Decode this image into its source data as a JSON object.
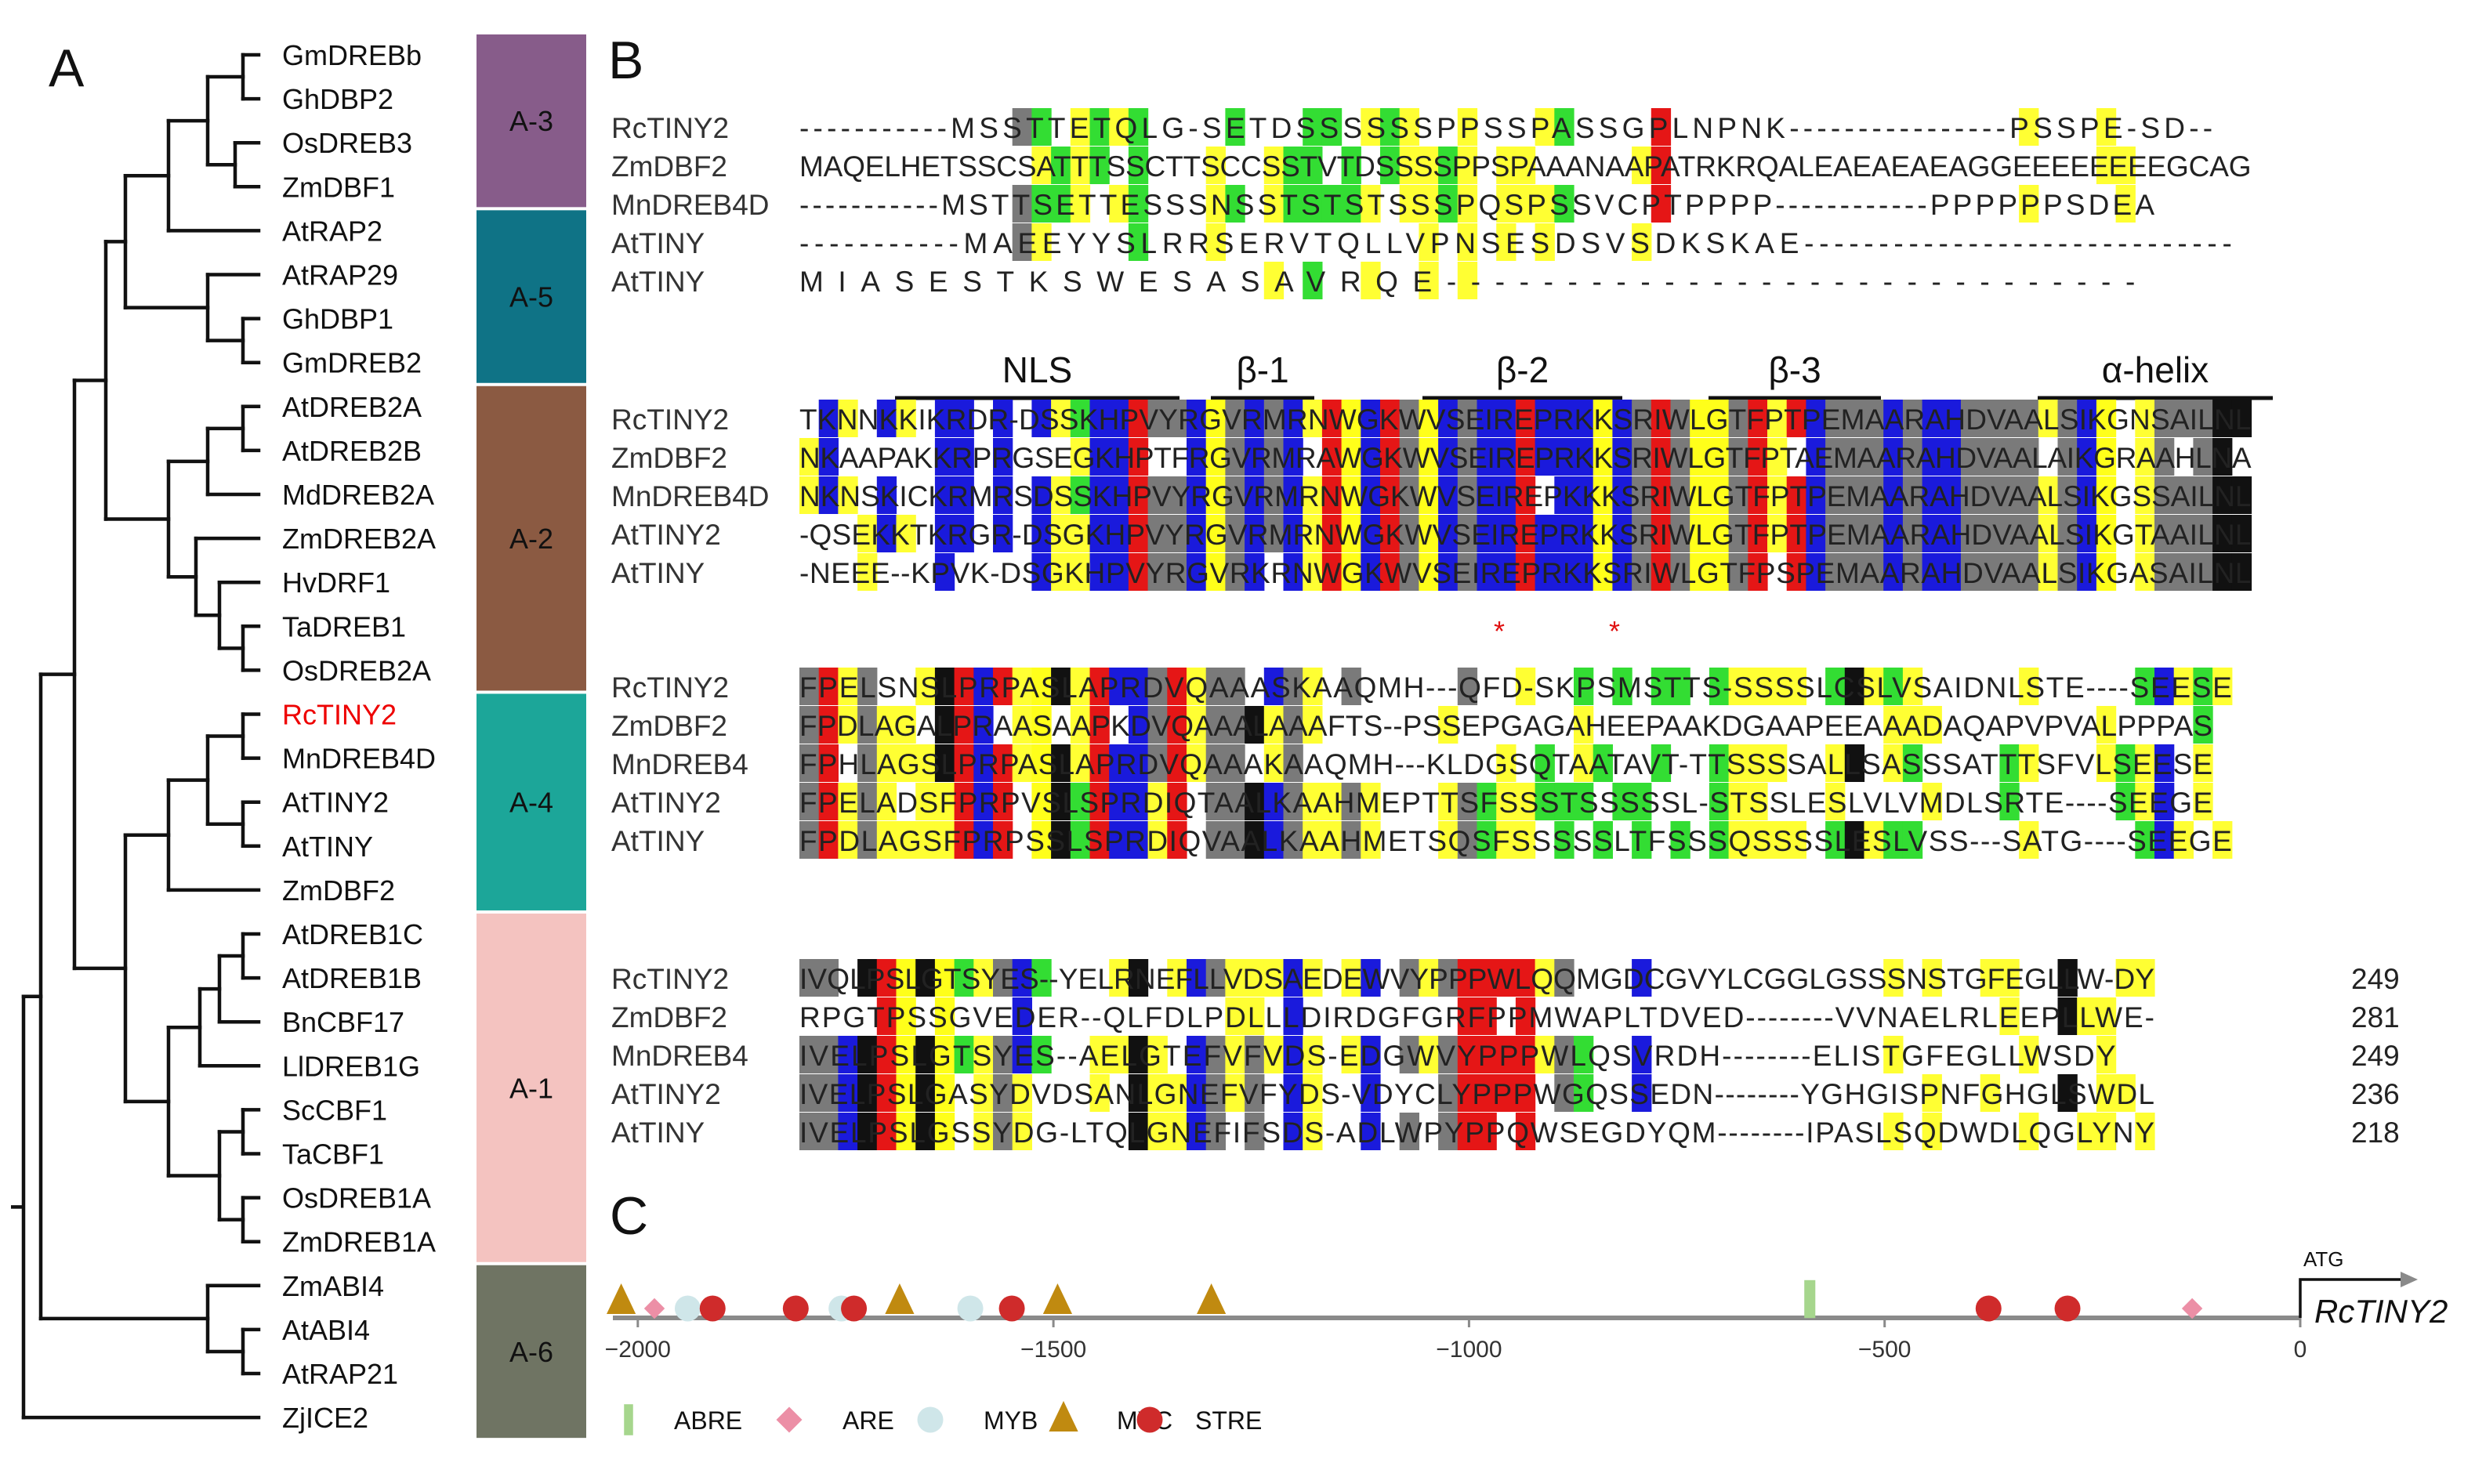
{
  "panels": {
    "a": "A",
    "b": "B",
    "c": "C"
  },
  "tree": {
    "taxa": [
      "GmDREBb",
      "GhDBP2",
      "OsDREB3",
      "ZmDBF1",
      "AtRAP2",
      "AtRAP29",
      "GhDBP1",
      "GmDREB2",
      "AtDREB2A",
      "AtDREB2B",
      "MdDREB2A",
      "ZmDREB2A",
      "HvDRF1",
      "TaDREB1",
      "OsDREB2A",
      "RcTINY2",
      "MnDREB4D",
      "AtTINY2",
      "AtTINY",
      "ZmDBF2",
      "AtDREB1C",
      "AtDREB1B",
      "BnCBF17",
      "LlDREB1G",
      "ScCBF1",
      "TaCBF1",
      "OsDREB1A",
      "ZmDREB1A",
      "ZmABI4",
      "AtABI4",
      "AtRAP21",
      "ZjICE2"
    ],
    "highlight_taxon": "RcTINY2",
    "highlight_color": "#ee0000",
    "groups": [
      {
        "label": "A-3",
        "color": "#875c8a"
      },
      {
        "label": "A-5",
        "color": "#0f7386"
      },
      {
        "label": "A-2",
        "color": "#8b5a42"
      },
      {
        "label": "A-4",
        "color": "#1ca699"
      },
      {
        "label": "A-1",
        "color": "#f4c3c0"
      },
      {
        "label": "A-6",
        "color": "#6f7463"
      }
    ]
  },
  "alignment": {
    "block1": {
      "names": [
        "RcTINY2",
        "ZmDBF2",
        "MnDREB4D",
        "AtTINY",
        "AtTINY"
      ],
      "seqs": [
        "-----------MSSTTETQLG-SETDSSSSSSPPSSPASSGPLNPNK----------------PSSPE-SD--",
        "MAQELHETSSCSATTTSSCTTSCCSSTVTDSSSSPPSPAAANAAPATRKRQALEAEAEAEAGGEEEEEEEEGCAG",
        "-----------MSTTSETTESSSNSSTSTSTSSSPQSPSSVCPTPPPP------------PPPPPPSDEA",
        "-----------MAEEYYSLRRSERVTQLLVPNSESDSVSDKSKAE-----------------------------",
        "                     MIASESTKSWESASAVRQE-----------------------------"
      ]
    },
    "block2": {
      "names": [
        "RcTINY2",
        "ZmDBF2",
        "MnDREB4D",
        "AtTINY2",
        "AtTINY"
      ],
      "seqs": [
        "TKNNKKIKRDR-DSSKHPVYRGVRMRNWGKWVSEIREPRKKSRIWLGTFPTPEMAARAHDVAALSIKGNSAILNL",
        "NKAAPAKKRPRGSEGKHPTFRGVRMRAWGKWVSEIREPRKKSRIWLGTFPTAEMAARAHDVAALAIKGRAAHLNA",
        "NKNSKICKRMRSDSSKHPVYRGVRMRNWGKWVSEIREPKKKSRIWLGTFPTPEMAARAHDVAALSIKGSSAILNL",
        "-QSEKKTKRGR-DSGKHPVYRGVRMRNWGKWVSEIREPRKKSRIWLGTFPTPEMAARAHDVAALSIKGTAAILNL",
        "-NEEE--KPVK-DSGKHPVYRGVRKRNWGKWVSEIREPRKKSRIWLGTFPSPEMAARAHDVAALSIKGASAILNL"
      ],
      "features": [
        "NLS",
        "β-1",
        "β-2",
        "β-3",
        "α-helix"
      ],
      "marks": [
        "*",
        "*"
      ]
    },
    "block3": {
      "names": [
        "RcTINY2",
        "ZmDBF2",
        "MnDREB4",
        "AtTINY2",
        "AtTINY"
      ],
      "seqs": [
        "FPELSNSLPRPASLAPRDVQAAASKAAQMH---QFD-SKPSMSTTS-SSSSLCSLVSAIDNLSTE----SEESE",
        "FPDLAGALPRAASAAPKDVQAAALAAAFTS--PSSEPGAGAHEEPAAKDGAAPEEAAADAQAPVPVALPPPAS",
        "FPHLAGSLPRPASLAPRDVQAAAKAAQMH---KLDGSQTAATAVT-TTSSSSALLSASSSATTTSFVLSEESE",
        "FPELADSFPRPVSLSPRDIQTAALKAAHMEPTTSFSSSTSSSSSL-STSSLESLVLVMDLSRTE----SEEGE",
        "FPDLAGSFPRPSSLSPRDIQVAALKAAHMETSQSFSSSSSLTFSSSQSSSSLESLVSS---SATG----SEEGE"
      ]
    },
    "block4": {
      "names": [
        "RcTINY2",
        "ZmDBF2",
        "MnDREB4",
        "AtTINY2",
        "AtTINY"
      ],
      "seqs": [
        "IVQLPSLGTSYES--YELRNEFLLVDSAEDEWVYPPPWLQQMGDCGVYLCGGLGSSSNSTGFEGLLW-DY",
        "RPGTPSSGVEDER--QLFDLPDLLLDIRDGFGRFPPMWAPLTDVED--------VVNAELRLEEPLLWE-",
        "IVELPSLGTSYES--AELGTEFVFVDS-EDGWVYPPPWLQSVRDH--------ELISTGFEGLLWSDY",
        "IVELPSLGASYDVDSANLGNEFVFYDS-VDYCLYPPPWGQSSEDN--------YGHGISPNFGHGLSWDL",
        "IVELPSLGSSYDG-LTQLGNEFIFSDS-ADLWPYPPQWSEGDYQM--------IPASLSQDWDLQGLYNY"
      ],
      "end_numbers": [
        "249",
        "281",
        "249",
        "236",
        "218"
      ]
    }
  },
  "promoter": {
    "gene": "RcTINY2",
    "start_label": "ATG",
    "xticks": [
      -2000,
      -1500,
      -1000,
      -500,
      0
    ],
    "xtick_labels": [
      "−2000",
      "−1500",
      "−1000",
      "−500",
      "0"
    ],
    "xlim": [
      -2030,
      0
    ],
    "elements": [
      {
        "name": "ABRE",
        "color": "#a6d68d",
        "shape": "bar"
      },
      {
        "name": "ARE",
        "color": "#ec8fa6",
        "shape": "diamond"
      },
      {
        "name": "MYB",
        "color": "#cfe6e9",
        "shape": "circle"
      },
      {
        "name": "MYC",
        "color": "#c08a10",
        "shape": "triangle"
      },
      {
        "name": "STRE",
        "color": "#cf2b2b",
        "shape": "circle"
      }
    ],
    "sites": [
      {
        "type": "MYC",
        "pos": -2020
      },
      {
        "type": "ARE",
        "pos": -1980
      },
      {
        "type": "MYB",
        "pos": -1940
      },
      {
        "type": "STRE",
        "pos": -1910
      },
      {
        "type": "STRE",
        "pos": -1810
      },
      {
        "type": "MYB",
        "pos": -1755
      },
      {
        "type": "STRE",
        "pos": -1740
      },
      {
        "type": "MYC",
        "pos": -1685
      },
      {
        "type": "MYB",
        "pos": -1600
      },
      {
        "type": "STRE",
        "pos": -1550
      },
      {
        "type": "MYC",
        "pos": -1495
      },
      {
        "type": "MYC",
        "pos": -1310
      },
      {
        "type": "ABRE",
        "pos": -590
      },
      {
        "type": "STRE",
        "pos": -375
      },
      {
        "type": "STRE",
        "pos": -280
      },
      {
        "type": "ARE",
        "pos": -130
      }
    ]
  }
}
